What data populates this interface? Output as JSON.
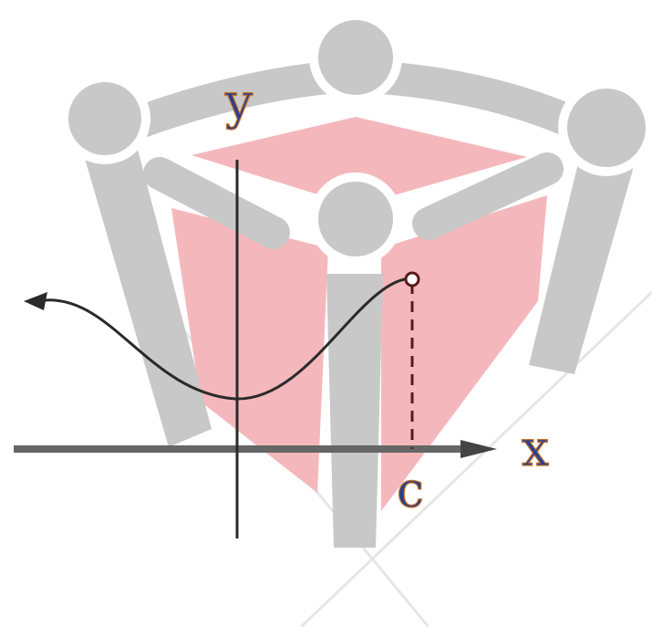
{
  "diagram": {
    "labels": {
      "y_axis": "y",
      "x_axis": "x",
      "point_c": "c"
    },
    "colors": {
      "watermark_gray": "#c8c8c8",
      "watermark_pink": "#f4b8bc",
      "curve": "#2a2a2a",
      "axis": "#666666",
      "label_blue": "#2b3f8c",
      "label_orange": "#c8742c",
      "dashed_line": "#5a1a1a"
    }
  }
}
